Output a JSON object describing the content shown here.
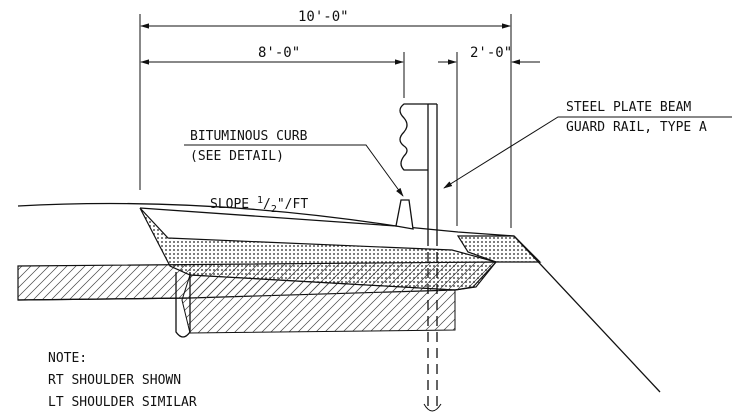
{
  "dimensions": {
    "overall": "10'-0\"",
    "curb_offset": "8'-0\"",
    "beyond_post": "2'-0\""
  },
  "labels": {
    "guard_rail_line1": "STEEL PLATE BEAM",
    "guard_rail_line2": "GUARD RAIL, TYPE A",
    "curb_line1": "BITUMINOUS CURB",
    "curb_line2": "(SEE DETAIL)",
    "slope_prefix": "SLOPE ",
    "slope_num": "1",
    "slope_den": "2",
    "slope_suffix": "\"/FT"
  },
  "note": {
    "title": "NOTE:",
    "line1": "RT SHOULDER SHOWN",
    "line2": "LT SHOULDER SIMILAR"
  }
}
